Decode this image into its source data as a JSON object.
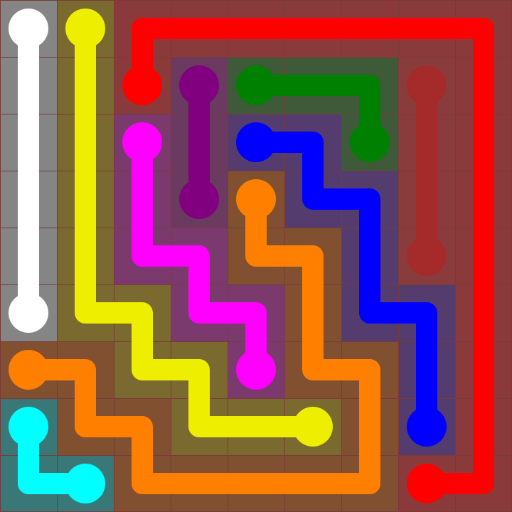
{
  "game": "Flow Free",
  "grid": {
    "cols": 9,
    "rows": 9
  },
  "background_color": "#7a3a3a",
  "flows": [
    {
      "color_name": "white",
      "color": "#ffffff",
      "tint": "#858585",
      "path": [
        [
          0,
          0
        ],
        [
          0,
          1
        ],
        [
          0,
          2
        ],
        [
          0,
          3
        ],
        [
          0,
          4
        ],
        [
          0,
          5
        ]
      ],
      "endpoints": [
        [
          0,
          0
        ],
        [
          0,
          5
        ]
      ]
    },
    {
      "color_name": "yellow",
      "color": "#eeee00",
      "tint": "#7a6a30",
      "path": [
        [
          1,
          0
        ],
        [
          1,
          1
        ],
        [
          1,
          2
        ],
        [
          1,
          3
        ],
        [
          1,
          4
        ],
        [
          1,
          5
        ],
        [
          2,
          5
        ],
        [
          2,
          6
        ],
        [
          3,
          6
        ],
        [
          3,
          7
        ],
        [
          4,
          7
        ],
        [
          5,
          7
        ]
      ],
      "endpoints": [
        [
          1,
          0
        ],
        [
          5,
          7
        ]
      ]
    },
    {
      "color_name": "red",
      "color": "#ff0000",
      "tint": "#8a3a3a",
      "path": [
        [
          2,
          1
        ],
        [
          2,
          0
        ],
        [
          3,
          0
        ],
        [
          4,
          0
        ],
        [
          5,
          0
        ],
        [
          6,
          0
        ],
        [
          7,
          0
        ],
        [
          8,
          0
        ],
        [
          8,
          1
        ],
        [
          8,
          2
        ],
        [
          8,
          3
        ],
        [
          8,
          4
        ],
        [
          8,
          5
        ],
        [
          8,
          6
        ],
        [
          8,
          7
        ],
        [
          8,
          8
        ],
        [
          7,
          8
        ]
      ],
      "endpoints": [
        [
          2,
          1
        ],
        [
          7,
          8
        ]
      ]
    },
    {
      "color_name": "purple",
      "color": "#800080",
      "tint": "#6a3a60",
      "path": [
        [
          3,
          1
        ],
        [
          3,
          2
        ],
        [
          3,
          3
        ]
      ],
      "endpoints": [
        [
          3,
          1
        ],
        [
          3,
          3
        ]
      ]
    },
    {
      "color_name": "green",
      "color": "#008000",
      "tint": "#3f5a38",
      "path": [
        [
          4,
          1
        ],
        [
          5,
          1
        ],
        [
          6,
          1
        ],
        [
          6,
          2
        ]
      ],
      "endpoints": [
        [
          4,
          1
        ],
        [
          6,
          2
        ]
      ]
    },
    {
      "color_name": "maroon",
      "color": "#a52a2a",
      "tint": "#8a3c3c",
      "path": [
        [
          7,
          1
        ],
        [
          7,
          2
        ],
        [
          7,
          3
        ],
        [
          7,
          4
        ]
      ],
      "endpoints": [
        [
          7,
          1
        ],
        [
          7,
          4
        ]
      ]
    },
    {
      "color_name": "magenta",
      "color": "#ff00ff",
      "tint": "#7a3a6e",
      "path": [
        [
          2,
          2
        ],
        [
          2,
          3
        ],
        [
          2,
          4
        ],
        [
          3,
          4
        ],
        [
          3,
          5
        ],
        [
          4,
          5
        ],
        [
          4,
          6
        ]
      ],
      "endpoints": [
        [
          2,
          2
        ],
        [
          4,
          6
        ]
      ]
    },
    {
      "color_name": "blue",
      "color": "#0000ff",
      "tint": "#543c6e",
      "path": [
        [
          4,
          2
        ],
        [
          5,
          2
        ],
        [
          5,
          3
        ],
        [
          6,
          3
        ],
        [
          6,
          4
        ],
        [
          6,
          5
        ],
        [
          7,
          5
        ],
        [
          7,
          6
        ],
        [
          7,
          7
        ]
      ],
      "endpoints": [
        [
          4,
          2
        ],
        [
          7,
          7
        ]
      ]
    },
    {
      "color_name": "orange",
      "color": "#ff8000",
      "tint": "#805030",
      "path": [
        [
          4,
          3
        ],
        [
          4,
          4
        ],
        [
          5,
          4
        ],
        [
          5,
          5
        ],
        [
          5,
          6
        ],
        [
          6,
          6
        ],
        [
          6,
          7
        ],
        [
          6,
          8
        ],
        [
          5,
          8
        ],
        [
          4,
          8
        ],
        [
          3,
          8
        ],
        [
          2,
          8
        ],
        [
          2,
          7
        ],
        [
          1,
          7
        ],
        [
          1,
          6
        ],
        [
          0,
          6
        ]
      ],
      "endpoints": [
        [
          4,
          3
        ],
        [
          0,
          6
        ]
      ]
    },
    {
      "color_name": "cyan",
      "color": "#00ffff",
      "tint": "#3a7878",
      "path": [
        [
          0,
          7
        ],
        [
          0,
          8
        ],
        [
          1,
          8
        ]
      ],
      "endpoints": [
        [
          0,
          7
        ],
        [
          1,
          8
        ]
      ]
    }
  ]
}
